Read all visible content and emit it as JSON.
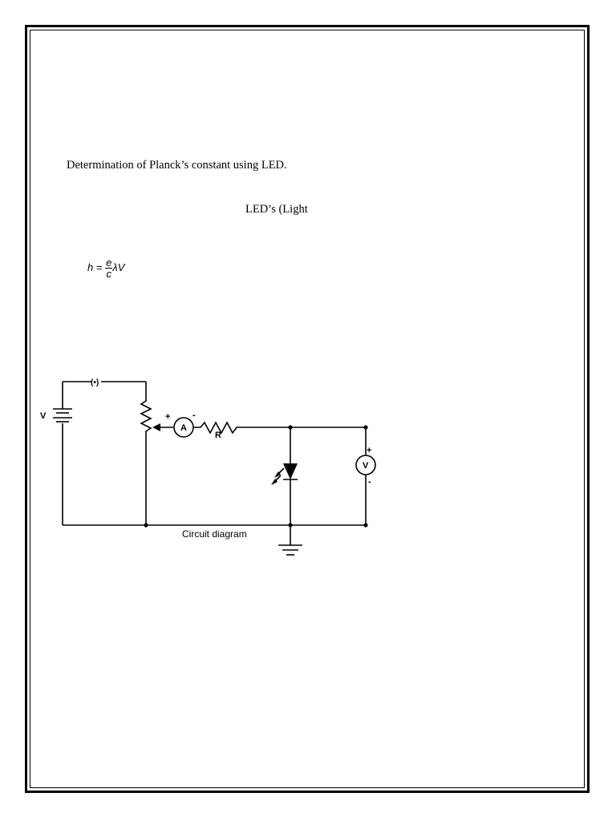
{
  "document": {
    "title": "Determination of Planck’s constant using LED.",
    "subheading": "LED’s (Light"
  },
  "formula": {
    "lhs": "h",
    "equals": "=",
    "numerator": "e",
    "denominator": "c",
    "rhs": "λV"
  },
  "circuit": {
    "caption": "Circuit diagram",
    "battery_label": "V",
    "key_label": "(•)",
    "ammeter_label": "A",
    "ammeter_plus": "+",
    "ammeter_minus": "-",
    "resistor_label": "R",
    "voltmeter_label": "V",
    "voltmeter_plus": "+",
    "voltmeter_minus": "-"
  }
}
